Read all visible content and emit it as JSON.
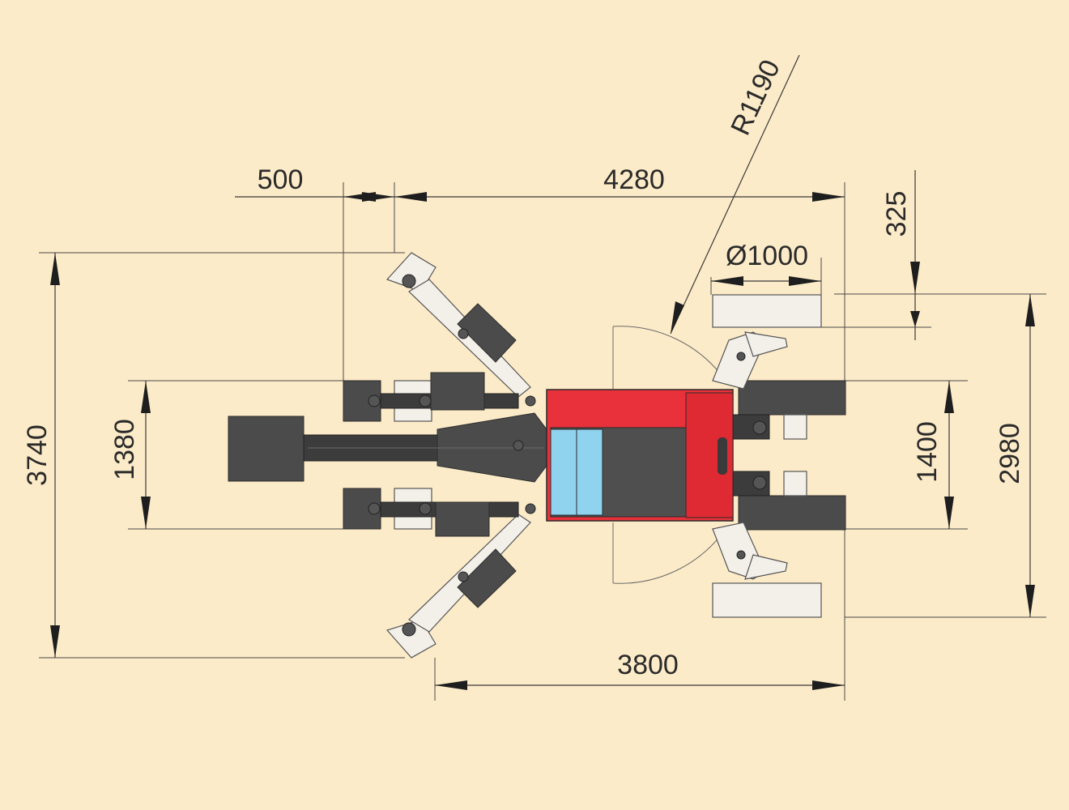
{
  "colors": {
    "background": "#fcebc8",
    "machine_body": "#e8313a",
    "cab_glass": "#8fd3ef",
    "machine_dark": "#4b4b4b",
    "dimension_line": "#3a3a3a"
  },
  "dimensions": {
    "overall_width": "3740",
    "track_outer_left": "1380",
    "gap_left": "500",
    "length_top": "4280",
    "radius": "R1190",
    "diameter": "Ø1000",
    "offset_right": "325",
    "track_width_right": "1400",
    "outer_width_right": "2980",
    "length_bottom": "3800"
  }
}
